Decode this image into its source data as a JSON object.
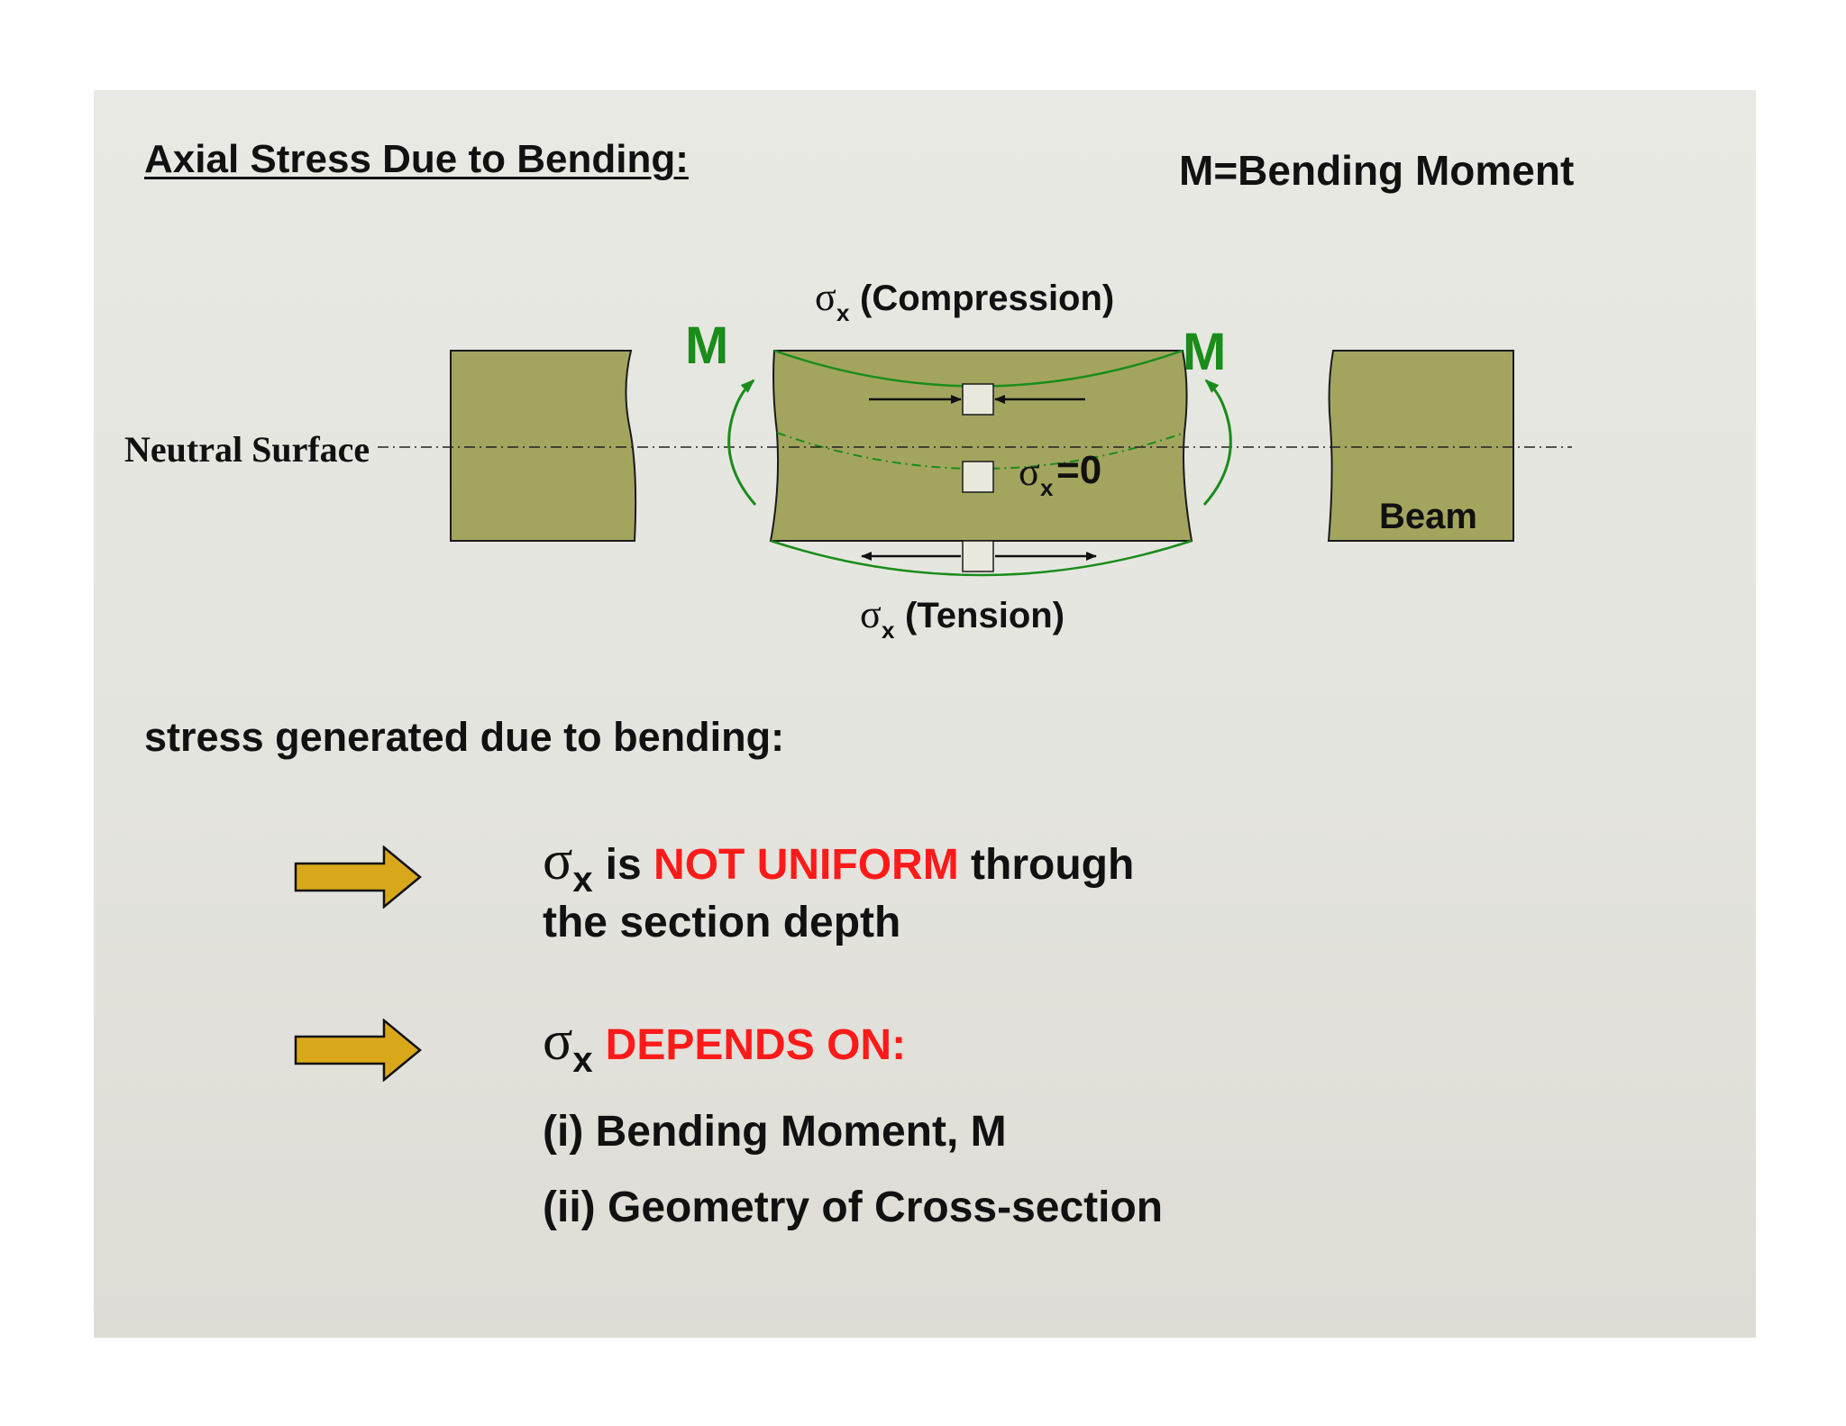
{
  "slide": {
    "title": "Axial Stress Due to Bending:",
    "legend": "M=Bending Moment"
  },
  "diagram": {
    "neutral_surface_label": "Neutral Surface",
    "moment_symbol": "M",
    "sigma_symbol": "σ",
    "sigma_subscript": "x",
    "compression_label": "(Compression)",
    "tension_label": "(Tension)",
    "neutral_stress_label": "=0",
    "beam_label": "Beam"
  },
  "body": {
    "intro": "stress generated due to bending:",
    "bullet1": {
      "sigma": "σ",
      "sub": "x",
      "before": "is",
      "highlight": "NOT UNIFORM",
      "after": "through",
      "line2": "the section depth"
    },
    "bullet2": {
      "sigma": "σ",
      "sub": "x",
      "highlight": "DEPENDS ON:",
      "item1": "(i) Bending Moment, M",
      "item2": "(ii) Geometry of Cross-section"
    }
  },
  "colors": {
    "beam_fill": "#a3a55f",
    "moment_green": "#1a8c1a",
    "arrow_fill": "#d9a81a",
    "highlight_red": "#ff1a1a",
    "stress_element_fill": "#e8e8dc"
  },
  "icons": {
    "bullet": "right-arrow-icon",
    "moment": "curved-arrow-icon"
  }
}
